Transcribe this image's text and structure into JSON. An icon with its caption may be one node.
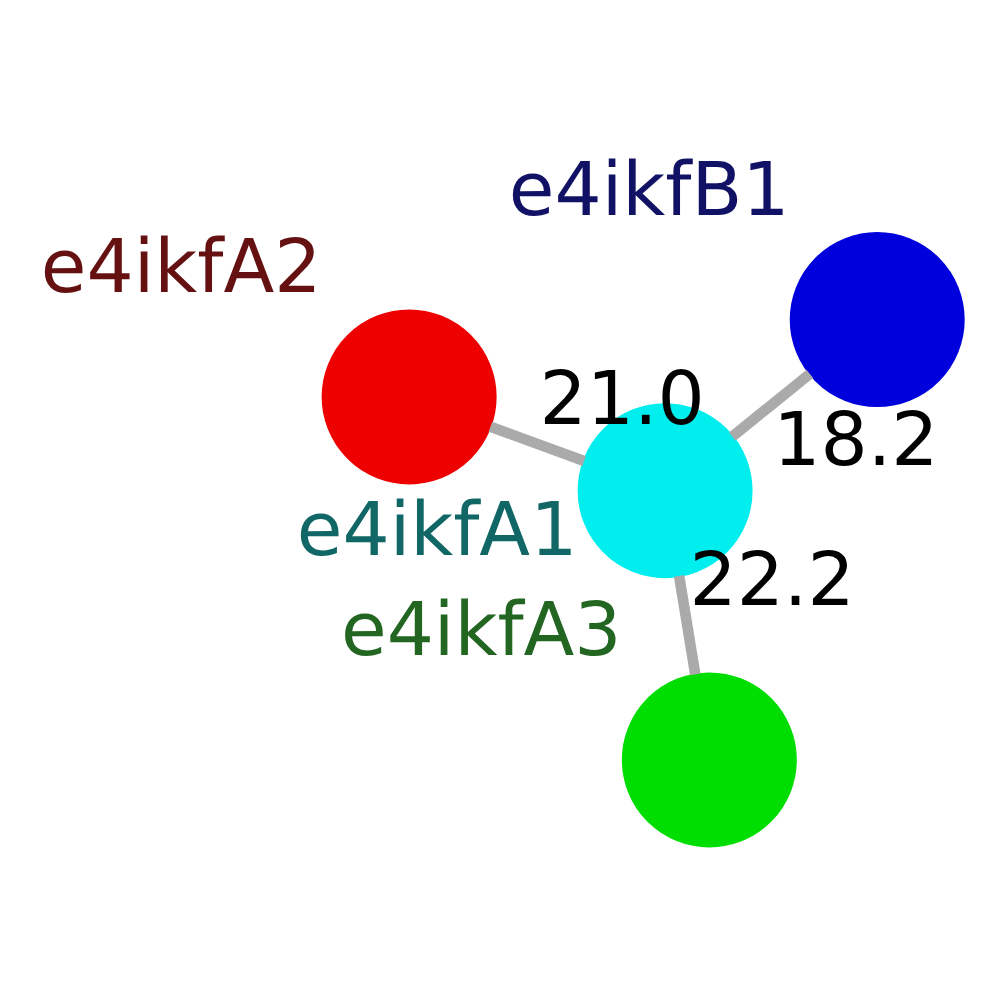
{
  "diagram": {
    "nodes": [
      {
        "text": [],
        "shape": "circle",
        "beside": [
          "e4ikfA2"
        ]
      },
      {
        "text": [],
        "shape": "circle",
        "beside": [
          "e4ikfB1"
        ]
      },
      {
        "text": [],
        "shape": "circle",
        "beside": [
          "e4ikfA3"
        ]
      },
      {
        "text": [],
        "shape": "circle",
        "beside": [
          "e4ikfA1"
        ]
      }
    ],
    "edges": [
      {
        "from": 3,
        "to": 0,
        "arrow": "none",
        "label": "21.0"
      },
      {
        "from": 3,
        "to": 1,
        "arrow": "none",
        "label": "18.2"
      },
      {
        "from": 3,
        "to": 2,
        "arrow": "none",
        "label": "22.2"
      }
    ]
  }
}
